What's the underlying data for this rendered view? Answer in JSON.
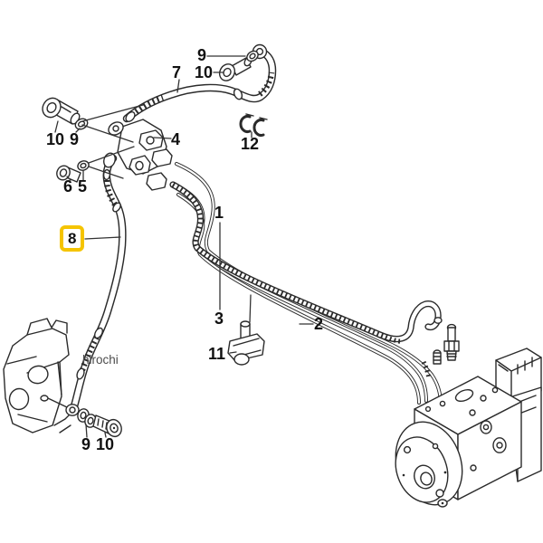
{
  "diagram": {
    "type": "exploded-parts-diagram",
    "background": "#ffffff",
    "line_color": "#2b2b2b",
    "highlight_color": "#F5C400",
    "watermark": "hirochi",
    "callouts": {
      "c1": {
        "text": "1"
      },
      "c2": {
        "text": "2"
      },
      "c3": {
        "text": "3"
      },
      "c4": {
        "text": "4"
      },
      "c5": {
        "text": "5"
      },
      "c6": {
        "text": "6"
      },
      "c7": {
        "text": "7"
      },
      "c8": {
        "text": "8",
        "highlighted": true
      },
      "c9_top": {
        "text": "9"
      },
      "c10_top": {
        "text": "10"
      },
      "c10_left": {
        "text": "10"
      },
      "c9_left": {
        "text": "9"
      },
      "c11": {
        "text": "11"
      },
      "c12": {
        "text": "12"
      },
      "c9_bottom": {
        "text": "9"
      },
      "c10_bottom": {
        "text": "10"
      }
    }
  }
}
